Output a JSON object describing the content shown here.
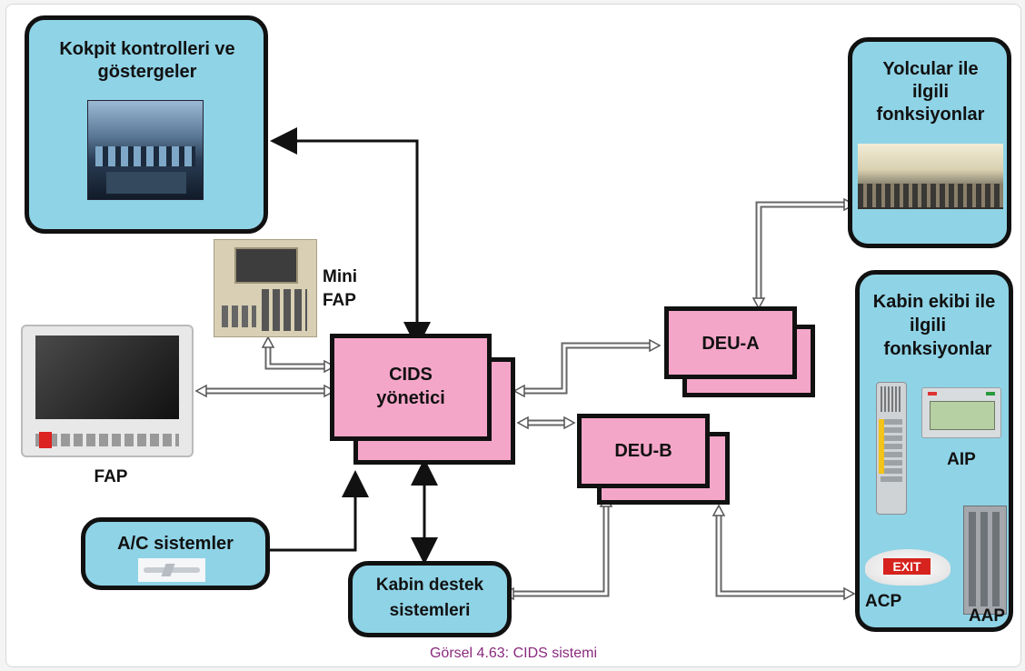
{
  "nodes": {
    "kokpit": "Kokpit kontrolleri ve göstergeler",
    "yolcular": "Yolcular ile ilgili fonksiyonlar",
    "mini_fap_line1": "Mini",
    "mini_fap_line2": "FAP",
    "cids_line1": "CIDS",
    "cids_line2": "yönetici",
    "deu_a": "DEU-A",
    "deu_b": "DEU-B",
    "kabin_ekibi_line1": "Kabin ekibi ile",
    "kabin_ekibi_line2": "ilgili",
    "kabin_ekibi_line3": "fonksiyonlar",
    "fap": "FAP",
    "ac_sistemler": "A/C sistemler",
    "kabin_destek_line1": "Kabin destek",
    "kabin_destek_line2": "sistemleri",
    "aip": "AIP",
    "acp": "ACP",
    "aap": "AAP",
    "exit_sign": "EXIT"
  },
  "caption": "Görsel 4.63: CIDS sistemi",
  "colors": {
    "blue_box": "#8fd3e6",
    "pink_box": "#f4a6c8",
    "outline": "#111111",
    "caption": "#8a2a7d"
  }
}
